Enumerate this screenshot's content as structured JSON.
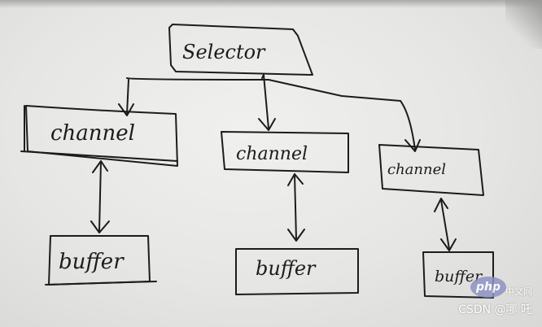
{
  "diagram": {
    "selector_label": "Selector",
    "channel_label": "channel",
    "buffer_label": "buffer"
  },
  "watermark": {
    "badge": "php",
    "cn": "中文网",
    "credit": "CSDN @哪 吒"
  },
  "colors": {
    "ink": "#1c1c1c",
    "paper": "#eeeeec",
    "watermark_badge": "#8e92c4"
  }
}
